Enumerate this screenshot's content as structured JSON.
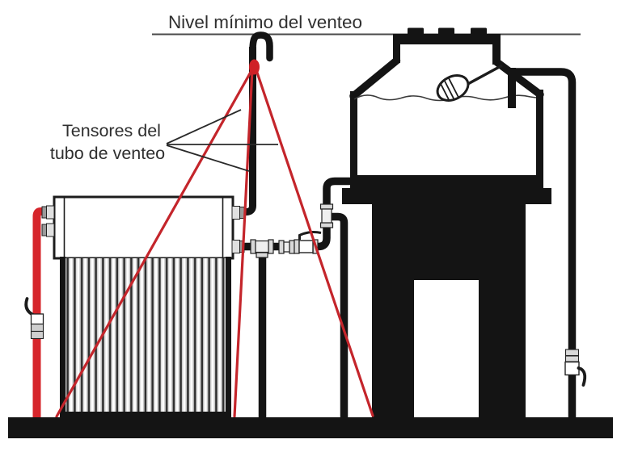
{
  "diagram": {
    "labels": {
      "vent_min_level": "Nivel mínimo del venteo",
      "tensioners_line1": "Tensores del",
      "tensioners_line2": "tubo de venteo"
    },
    "colors": {
      "hot_pipe_red": "#d6252b",
      "cable_red": "#c4252b",
      "ink_black": "#141414",
      "label_text": "#2f2f2f"
    }
  }
}
